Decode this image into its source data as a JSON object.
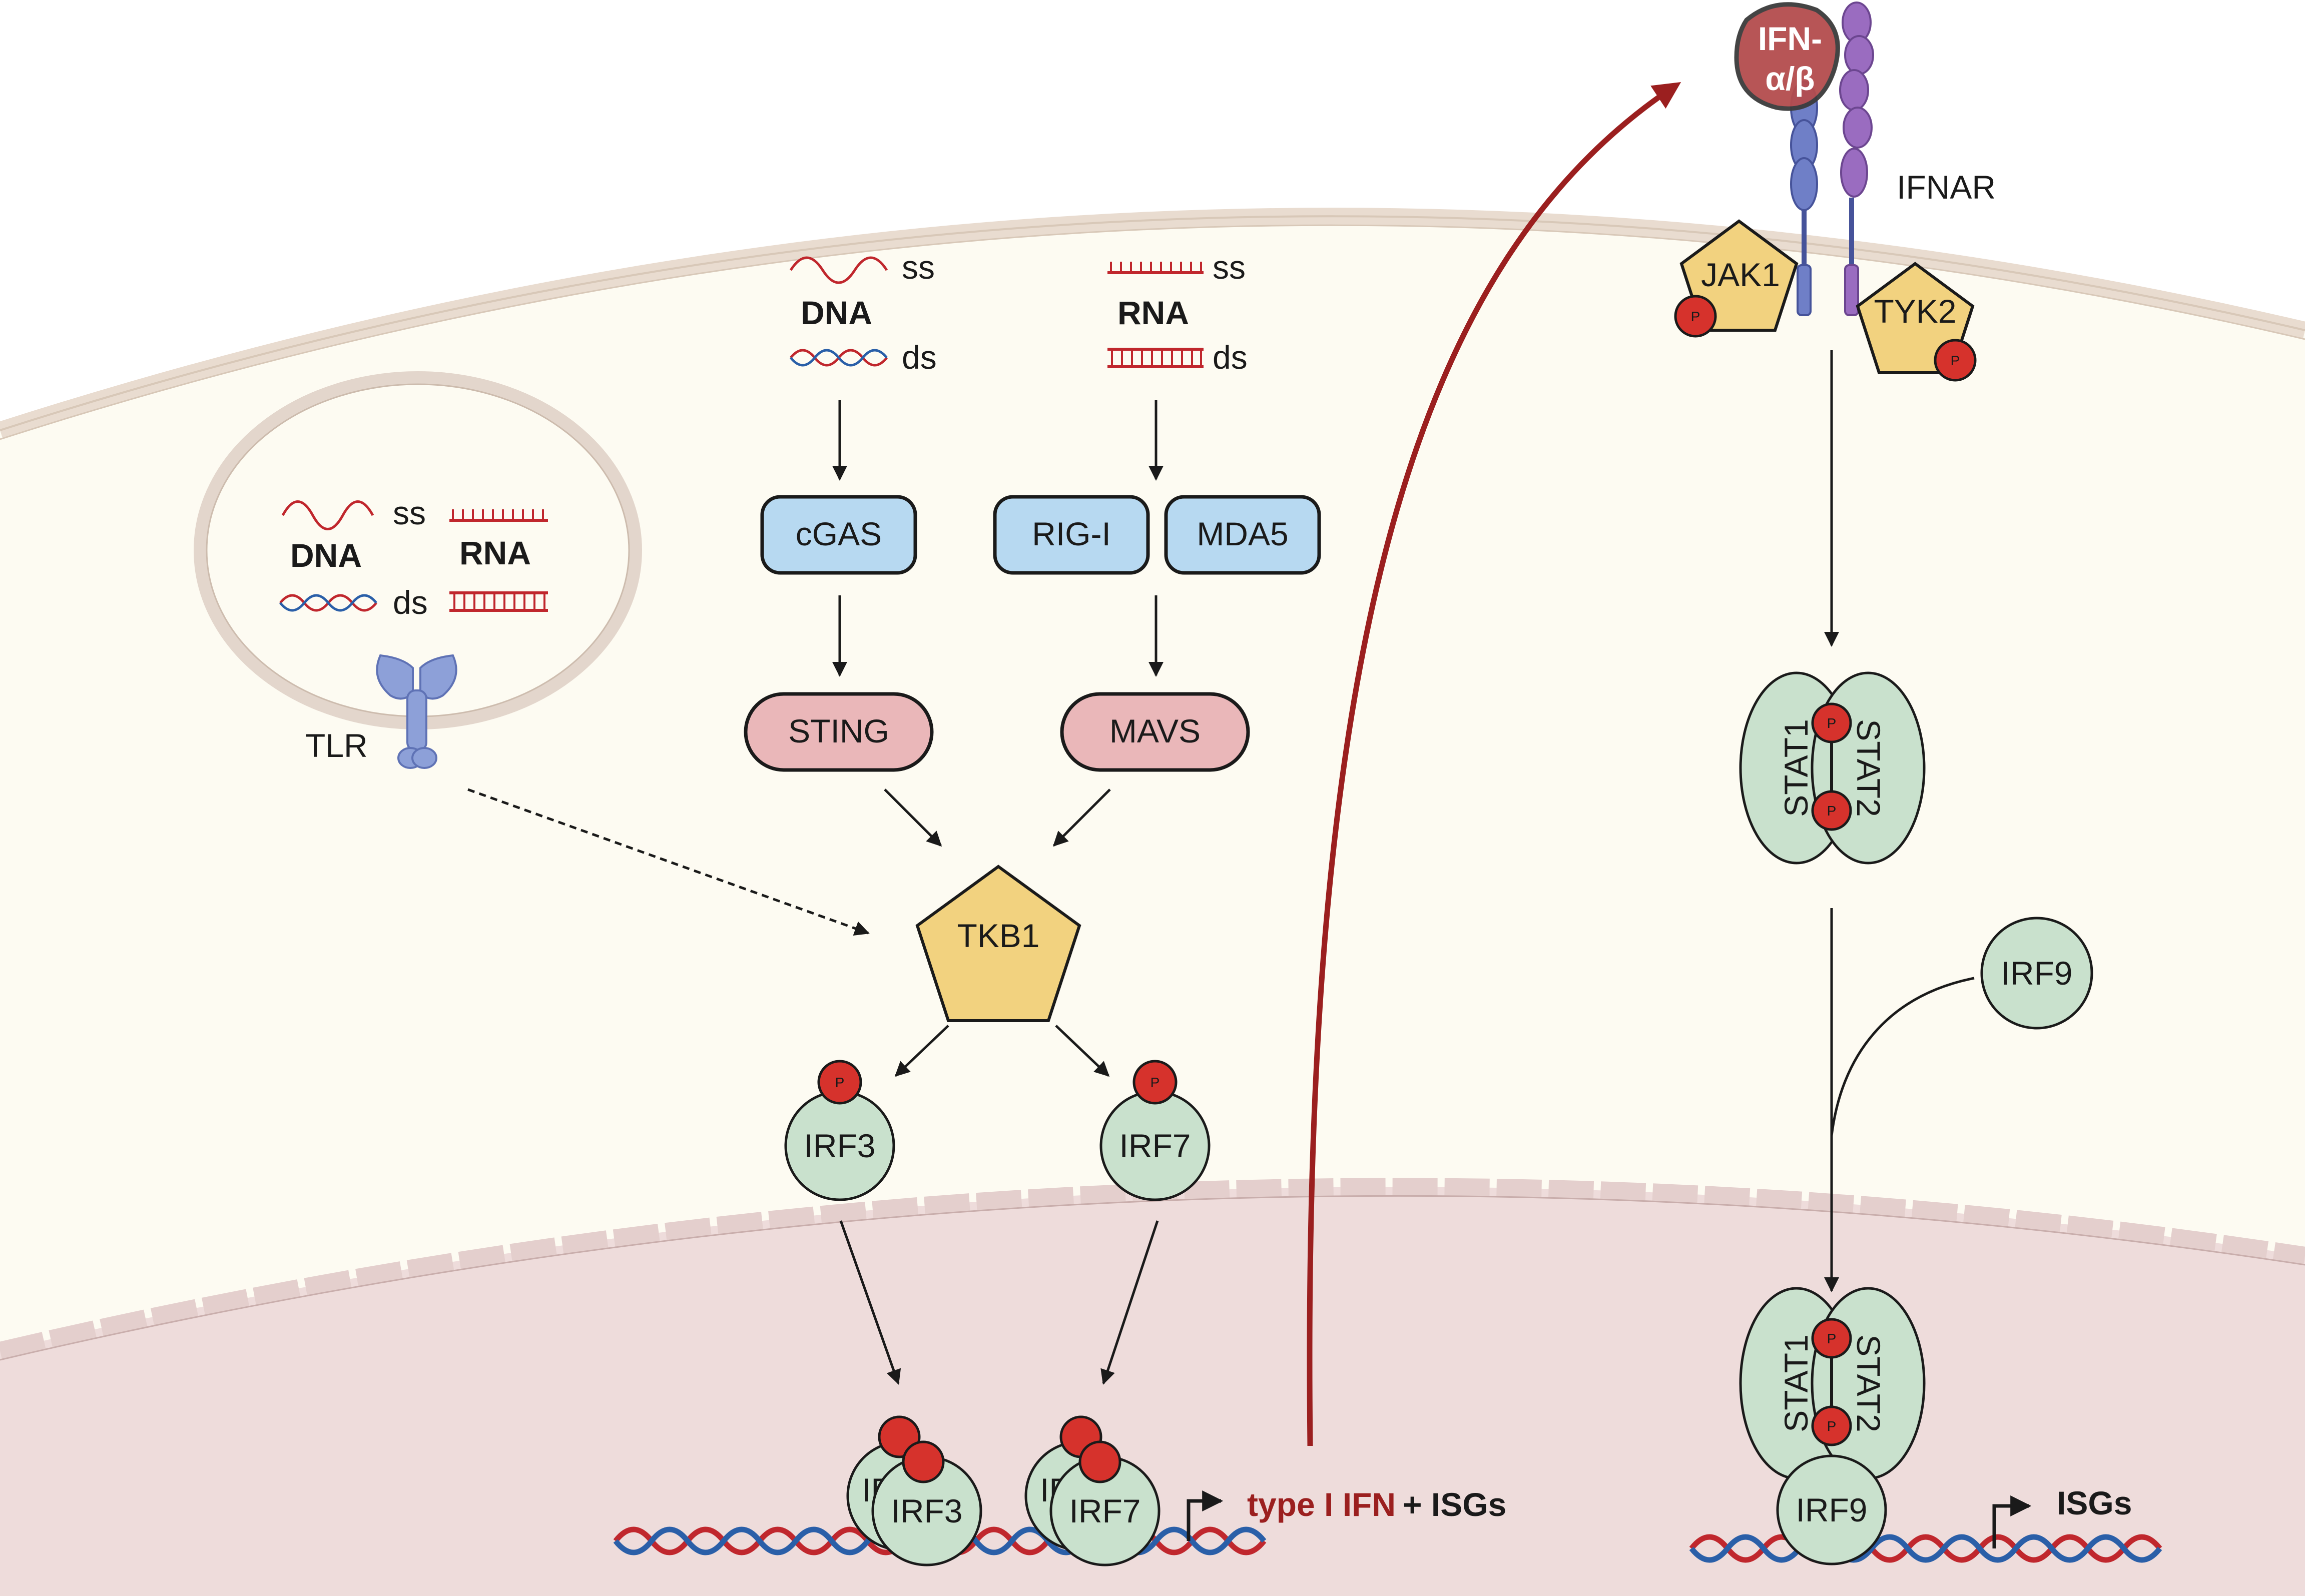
{
  "cytoplasm_dna": {
    "label": "DNA",
    "ss": "ss",
    "ds": "ds"
  },
  "cytoplasm_rna": {
    "label": "RNA",
    "ss": "ss",
    "ds": "ds"
  },
  "endosome": {
    "ss": "ss",
    "ds": "ds",
    "dna": "DNA",
    "rna": "RNA",
    "receptor": "TLR"
  },
  "sensors": {
    "cgas": "cGAS",
    "rigi": "RIG-I",
    "mda5": "MDA5"
  },
  "adaptors": {
    "sting": "STING",
    "mavs": "MAVS"
  },
  "kinase": {
    "label": "TKB1"
  },
  "transcription_factors": {
    "irf3": "IRF3",
    "irf7": "IRF7",
    "phospho": "P"
  },
  "nucleus_left": {
    "irf3": "IRF3",
    "irf3_back": "IR",
    "irf7": "IRF7",
    "irf7_back": "IR",
    "output_colored": "type I IFN",
    "output_plain": "+ ISGs"
  },
  "interferon": {
    "ligand_line1": "IFN-",
    "ligand_line2": "α/β",
    "receptor": "IFNAR"
  },
  "jak_stat": {
    "jak1": "JAK1",
    "tyk2": "TYK2",
    "stat1": "STAT1",
    "stat2": "STAT2",
    "irf9": "IRF9",
    "output": "ISGs"
  },
  "colors": {
    "cytoplasm": "#fdfbf2",
    "nucleus": "#eedcdb",
    "sensor_fill": "#b7d9f1",
    "adaptor_fill": "#eab7b9",
    "kinase_fill": "#f2d27f",
    "irf_fill": "#c9e1cd",
    "phospho_fill": "#d6322c",
    "ifn_arrow": "#9b1f1f",
    "receptor_purple": "#9a6cc0",
    "receptor_blue": "#6f7fc7"
  }
}
